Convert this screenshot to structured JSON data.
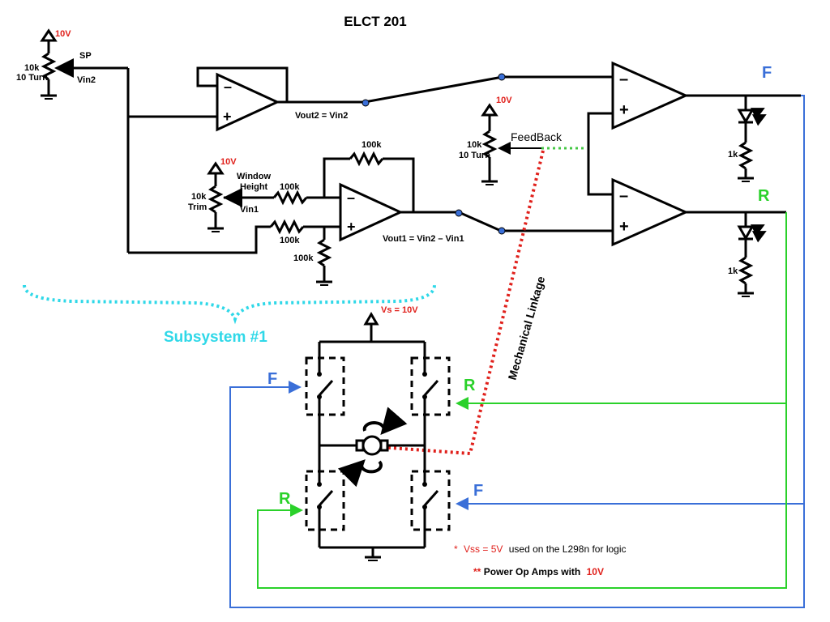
{
  "title": "ELCT 201",
  "colors": {
    "wire": "#000000",
    "red": "#e0201b",
    "blue": "#3a6fd8",
    "green": "#2ad12a",
    "cyan": "#2fd8e8",
    "dotted_green": "#44c744",
    "dotted_red": "#e0201b"
  },
  "potentiometers": {
    "sp": {
      "supply": "10V",
      "value": "10k",
      "turns": "10 Turn",
      "wiper_label": "SP",
      "node_label": "Vin2"
    },
    "window": {
      "supply": "10V",
      "value": "10k",
      "trim": "Trim",
      "title_line1": "Window",
      "title_line2": "Height",
      "node_label": "Vin1"
    },
    "feedback": {
      "supply": "10V",
      "value": "10k",
      "turns": "10 Turn",
      "label": "FeedBack"
    }
  },
  "resistors": {
    "r_feedback": "100k",
    "r_in_top": "100k",
    "r_in_bottom": "100k",
    "r_ground": "100k",
    "led_f": "1k",
    "led_r": "1k"
  },
  "nodes": {
    "vout2": "Vout2 = Vin2",
    "vout1": "Vout1 = Vin2 – Vin1"
  },
  "opamp_signs": {
    "minus": "–",
    "plus": "+"
  },
  "outputs": {
    "f": "F",
    "r": "R"
  },
  "subsystem_label": "Subsystem #1",
  "mechanical_linkage": "Mechanical Linkage",
  "hbridge": {
    "vs_label": "Vs = 10V",
    "left_top": "F",
    "right_top": "R",
    "left_bottom": "R",
    "right_bottom": "F"
  },
  "notes": {
    "note1_star": "*",
    "note1_red": "Vss = 5V",
    "note1_rest": "used on the L298n for logic",
    "note2_star": "**",
    "note2_text": "Power Op Amps with",
    "note2_red": "10V"
  }
}
